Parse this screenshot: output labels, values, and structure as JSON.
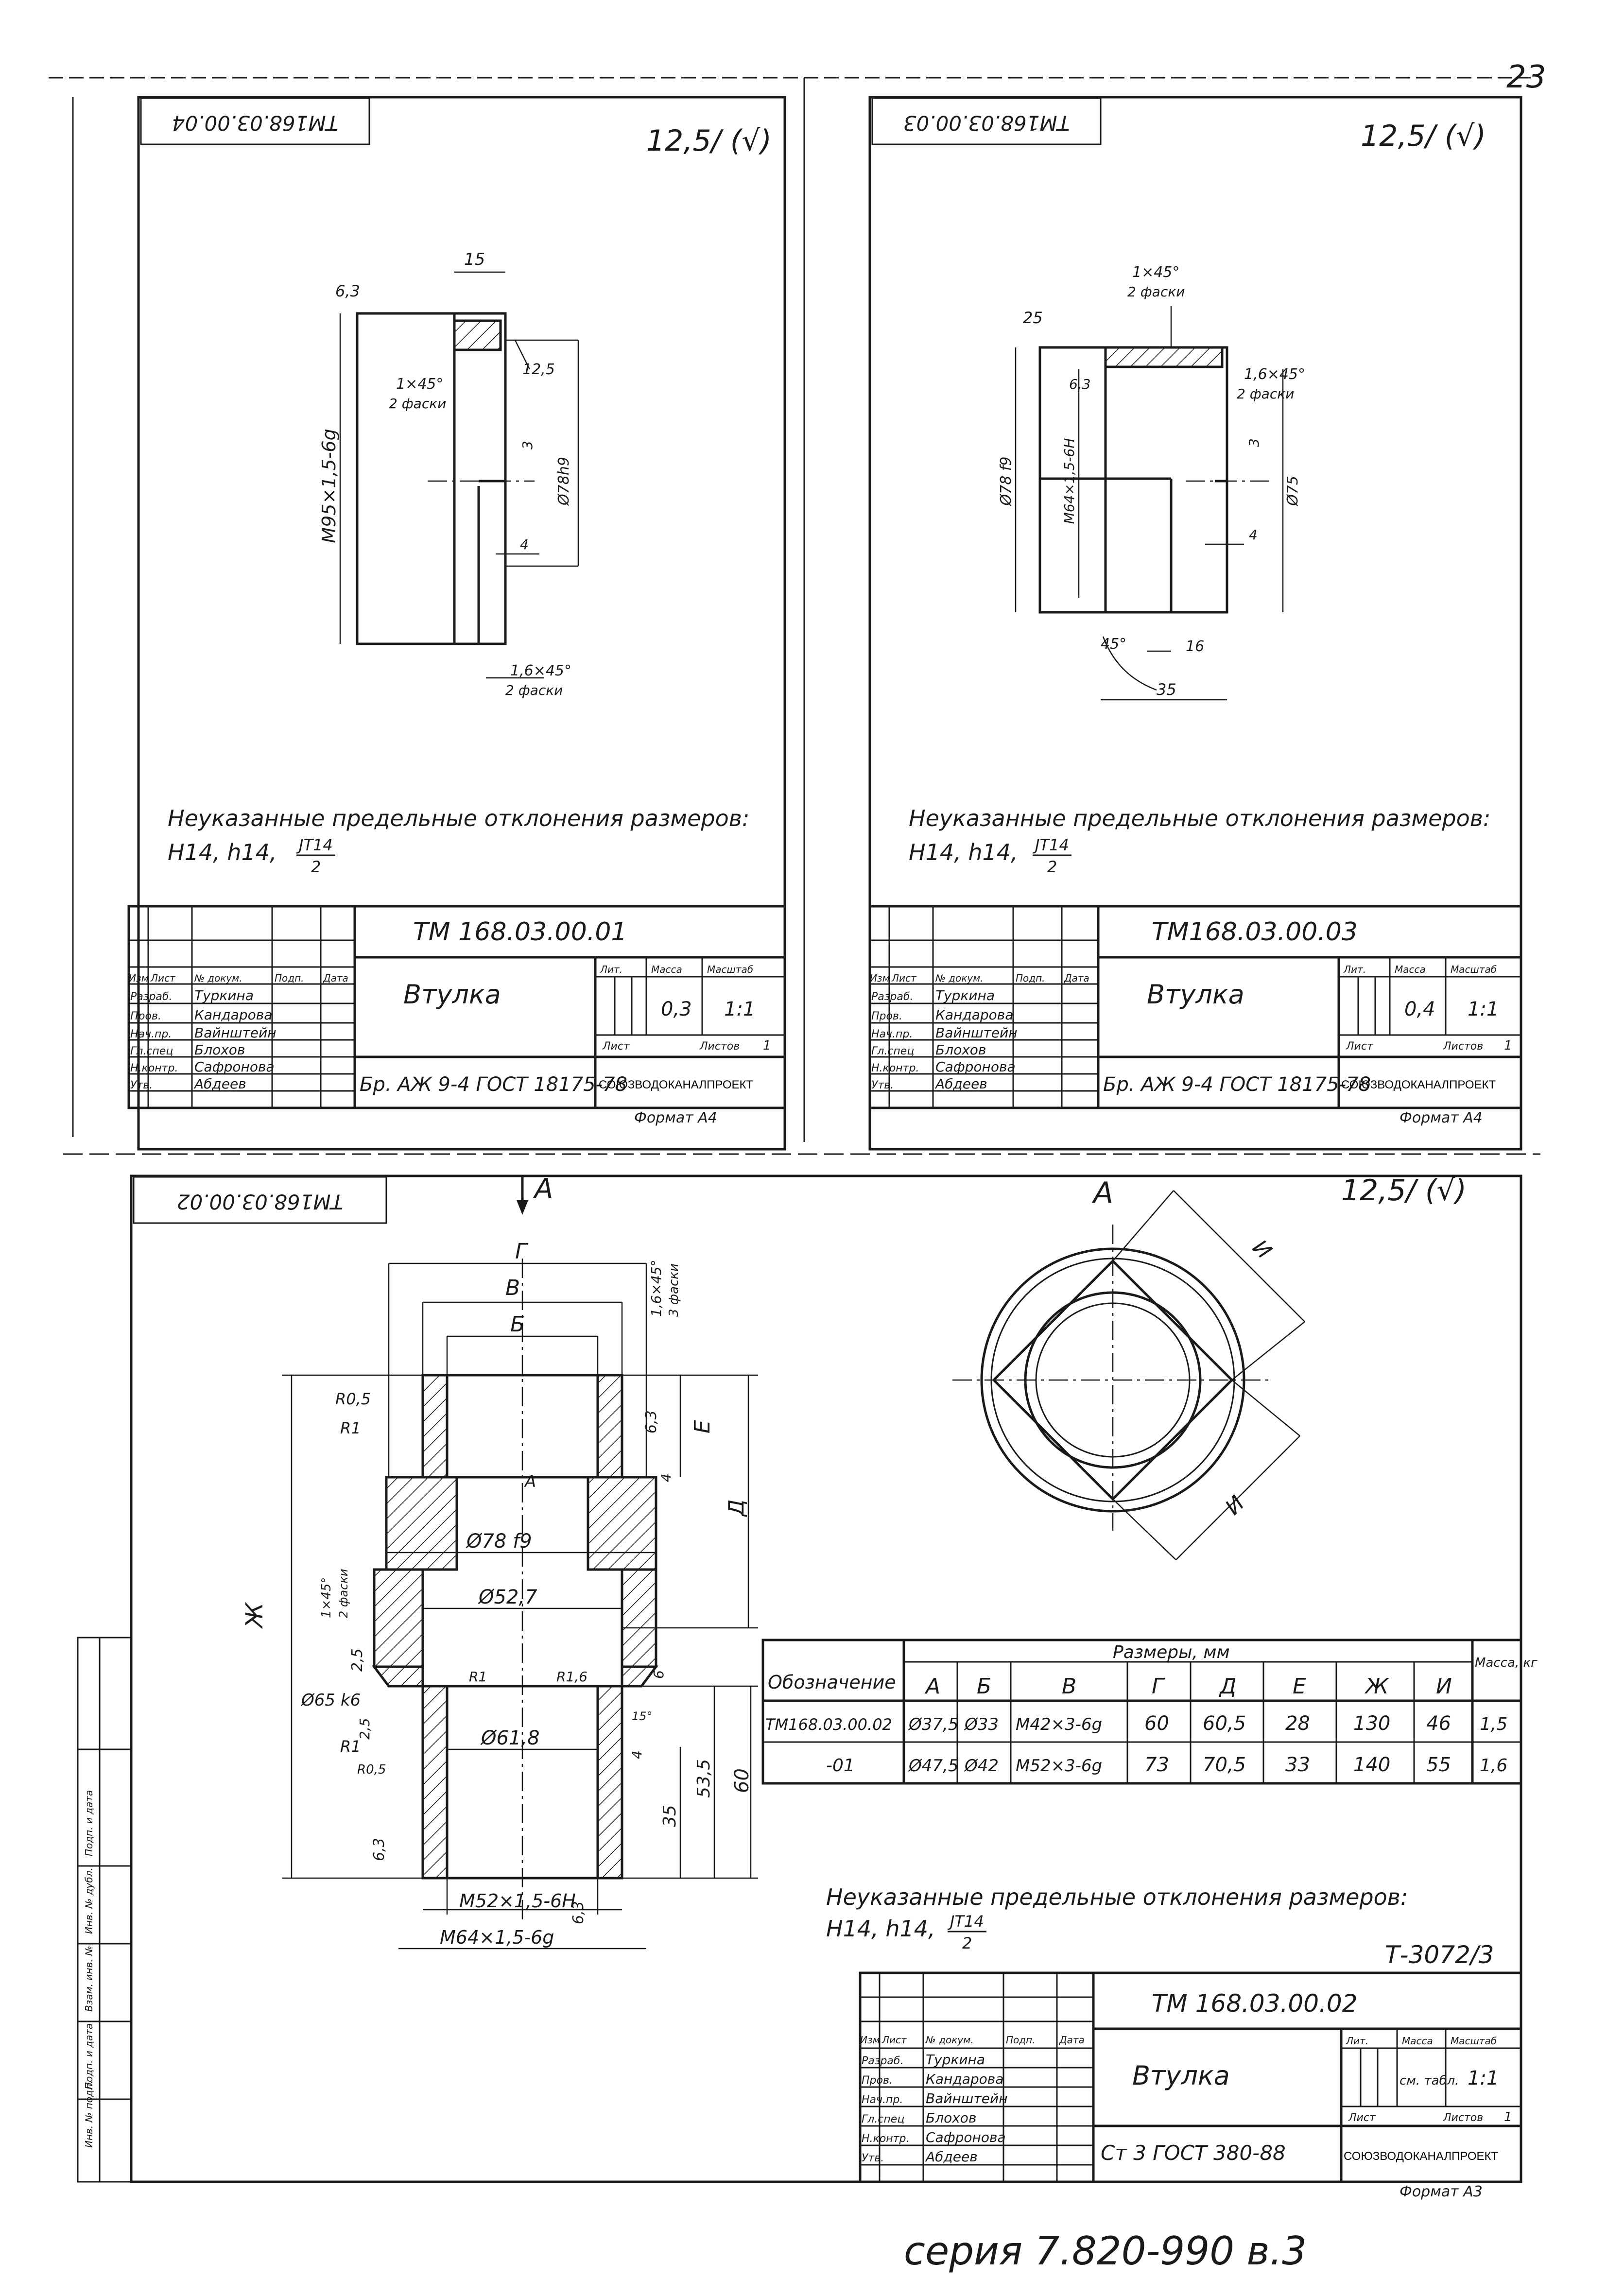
{
  "page": {
    "page_number": "23",
    "series_footer": "серия 7.820-990 в.3",
    "sheet_ref": "Т-3072/3"
  },
  "title_block_heads": {
    "izm": "Изм",
    "list": "Лист",
    "n_dokum": "№ докум.",
    "podp": "Подп.",
    "data": "Дата",
    "lit": "Лит.",
    "massa": "Масса",
    "masshtab": "Масштаб",
    "list_label": "Лист",
    "listov_label": "Листов",
    "roles": [
      "Разраб.",
      "Пров.",
      "Нач.пр.",
      "Гл.спец",
      "Н.контр.",
      "Утв."
    ]
  },
  "sheets": [
    {
      "id": "tl",
      "stamp": "ТМ168.03.00.04",
      "roughness": "12,5/ (√)",
      "doc_number": "ТМ 168.03.00.01",
      "name": "Втулка",
      "material": "Бр. АЖ 9-4 ГОСТ 18175-78",
      "mass": "0,3",
      "scale": "1:1",
      "listov": "1",
      "org": "СОЮЗВОДОКАНАЛПРОЕКТ",
      "format": "Формат А4",
      "people": [
        "Туркина",
        "Кандарова",
        "Вайнштейн",
        "Блохов",
        "Сафронова",
        "Абдеев"
      ],
      "note1": "Неуказанные предельные отклонения размеров:",
      "note2": "Н14, h14,",
      "note_frac": "JT14",
      "note_den": "2",
      "dims": {
        "d15": "15",
        "d63": "6,3",
        "d125": "12,5",
        "ch1": "1×45°",
        "ch1b": "2 фаски",
        "thread": "М95×1,5-6g",
        "d3": "3",
        "dia": "Ø78h9",
        "d4": "4",
        "ch2": "1,6×45°",
        "ch2b": "2 фаски"
      }
    },
    {
      "id": "tr",
      "stamp": "ТМ168.03.00.03",
      "roughness": "12,5/ (√)",
      "doc_number": "ТМ168.03.00.03",
      "name": "Втулка",
      "material": "Бр. АЖ 9-4 ГОСТ 18175-78",
      "mass": "0,4",
      "scale": "1:1",
      "listov": "1",
      "org": "СОЮЗВОДОКАНАЛПРОЕКТ",
      "format": "Формат А4",
      "people": [
        "Туркина",
        "Кандарова",
        "Вайнштейн",
        "Блохов",
        "Сафронова",
        "Абдеев"
      ],
      "note1": "Неуказанные предельные отклонения размеров:",
      "note2": "Н14, h14,",
      "note_frac": "JT14",
      "note_den": "2",
      "dims": {
        "ch1": "1×45°",
        "ch1b": "2 фаски",
        "d25": "25",
        "d63": "6,3",
        "ch2": "1,6×45°",
        "ch2b": "2 фаски",
        "dia78": "Ø78 f9",
        "thread": "М64×1,5-6Н",
        "d3": "3",
        "dia75": "Ø75",
        "d4": "4",
        "ang": "45°",
        "d16": "16",
        "d35": "35"
      }
    }
  ],
  "bottom": {
    "stamp": "ТМ168.03.00.02",
    "roughness": "12,5/ (√)",
    "view_arrow": "А",
    "view_title": "А",
    "doc_number": "ТМ 168.03.00.02",
    "name": "Втулка",
    "material": "Ст 3 ГОСТ 380-88",
    "mass": "см. табл.",
    "scale": "1:1",
    "listov": "1",
    "org": "СОЮЗВОДОКАНАЛПРОЕКТ",
    "format": "Формат А3",
    "people": [
      "Туркина",
      "Кандарова",
      "Вайнштейн",
      "Блохов",
      "Сафронова",
      "Абдеев"
    ],
    "note1": "Неуказанные предельные отклонения размеров:",
    "note2": "Н14, h14,",
    "note_frac": "JT14",
    "note_den": "2",
    "dims": {
      "G": "Г",
      "V": "В",
      "B": "Б",
      "chA": "1,6×45°",
      "chB": "3 фаски",
      "R05": "R0,5",
      "R1": "R1",
      "A": "А",
      "d63": "6,3",
      "E": "Е",
      "d4": "4",
      "D": "Д",
      "dia78": "Ø78 f9",
      "ch2a": "1×45°",
      "ch2b": "2 фаски",
      "dia52": "Ø52,7",
      "Zh": "Ж",
      "d25": "2,5",
      "R1b": "R1",
      "R16": "R1,6",
      "d6": "6",
      "dia65": "Ø65 k6",
      "d25b": "2,5",
      "R1c": "R1",
      "R05b": "R0,5",
      "dia61": "Ø61,8",
      "d15": "15°",
      "d4b": "4",
      "d35": "35",
      "d535": "53,5",
      "d60": "60",
      "d63b": "6,3",
      "d63c": "6,3",
      "thrM52": "М52×1,5-6Н",
      "thrM64": "М64×1,5-6g",
      "I": "И",
      "I2": "И"
    },
    "table": {
      "head_designation": "Обозначение",
      "head_sizes": "Размеры, мм",
      "head_mass": "Масса, кг",
      "cols": [
        "А",
        "Б",
        "В",
        "Г",
        "Д",
        "Е",
        "Ж",
        "И"
      ],
      "rows": [
        [
          "ТМ168.03.00.02",
          "Ø37,5",
          "Ø33",
          "М42×3-6g",
          "60",
          "60,5",
          "28",
          "130",
          "46",
          "1,5"
        ],
        [
          "-01",
          "Ø47,5",
          "Ø42",
          "М52×3-6g",
          "73",
          "70,5",
          "33",
          "140",
          "55",
          "1,6"
        ]
      ]
    },
    "side_labels": [
      "Инв. № подл.",
      "Подп. и дата",
      "Взам. инв. №",
      "Инв. № дубл.",
      "Подп. и дата"
    ]
  }
}
